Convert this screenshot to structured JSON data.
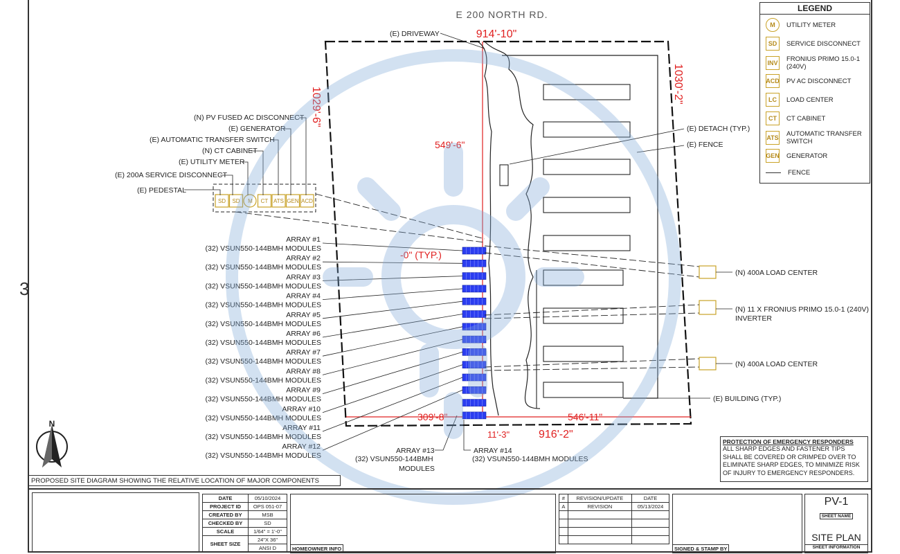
{
  "road": "E 200 NORTH RD.",
  "side_marker": "3",
  "north": "N",
  "dims": {
    "top": "914'-10\"",
    "left": "1029'-6\"",
    "right": "1030'-2\"",
    "inner_vertical": "549'-6\"",
    "typ": "-0\" (TYP.)",
    "bottom_left": "309'-8\"",
    "bottom_right": "546'-11\"",
    "bottom_small": "11'-3\"",
    "bottom_total": "916'-2\""
  },
  "equipment_labels": [
    "(N) PV FUSED AC DISCONNECT",
    "(E) GENERATOR",
    "(E) AUTOMATIC TRANSFER SWITCH",
    "(N) CT CABINET",
    "(E) UTILITY METER",
    "(E) 200A SERVICE DISCONNECT",
    "(E) PEDESTAL"
  ],
  "equipment_symbols": [
    "SD",
    "SD",
    "M",
    "CT",
    "ATS",
    "GEN",
    "ACD"
  ],
  "driveway": "(E) DRIVEWAY",
  "right_labels": {
    "detach": "(E) DETACH (TYP.)",
    "fence": "(E) FENCE",
    "load_center_1": "(N) 400A LOAD CENTER",
    "inverter_1": "(N) 11 X FRONIUS PRIMO 15.0-1 (240V)",
    "inverter_2": "INVERTER",
    "load_center_2": "(N) 400A LOAD CENTER",
    "building": "(E) BUILDING (TYP.)"
  },
  "arrays": [
    {
      "name": "ARRAY #1",
      "modules": "(32) VSUN550-144BMH MODULES"
    },
    {
      "name": "ARRAY #2",
      "modules": "(32) VSUN550-144BMH MODULES"
    },
    {
      "name": "ARRAY #3",
      "modules": "(32) VSUN550-144BMH MODULES"
    },
    {
      "name": "ARRAY #4",
      "modules": "(32) VSUN550-144BMH MODULES"
    },
    {
      "name": "ARRAY #5",
      "modules": "(32) VSUN550-144BMH MODULES"
    },
    {
      "name": "ARRAY #6",
      "modules": "(32) VSUN550-144BMH MODULES"
    },
    {
      "name": "ARRAY #7",
      "modules": "(32) VSUN550-144BMH MODULES"
    },
    {
      "name": "ARRAY #8",
      "modules": "(32) VSUN550-144BMH MODULES"
    },
    {
      "name": "ARRAY #9",
      "modules": "(32) VSUN550-144BMH MODULES"
    },
    {
      "name": "ARRAY #10",
      "modules": "(32) VSUN550-144BMH MODULES"
    },
    {
      "name": "ARRAY #11",
      "modules": "(32) VSUN550-144BMH MODULES"
    },
    {
      "name": "ARRAY #12",
      "modules": "(32) VSUN550-144BMH MODULES"
    }
  ],
  "array13": {
    "name": "ARRAY #13",
    "line1": "(32) VSUN550-144BMH",
    "line2": "MODULES"
  },
  "array14": {
    "name": "ARRAY #14",
    "line1": "(32) VSUN550-144BMH MODULES"
  },
  "legend": {
    "title": "LEGEND",
    "items": [
      {
        "sym": "M",
        "text": "UTILITY METER"
      },
      {
        "sym": "SD",
        "text": "SERVICE DISCONNECT"
      },
      {
        "sym": "INV",
        "text": "FRONIUS PRIMO 15.0-1 (240V)"
      },
      {
        "sym": "ACD",
        "text": "PV AC DISCONNECT"
      },
      {
        "sym": "LC",
        "text": "LOAD CENTER"
      },
      {
        "sym": "CT",
        "text": "CT CABINET"
      },
      {
        "sym": "ATS",
        "text": "AUTOMATIC TRANSFER SWITCH"
      },
      {
        "sym": "GEN",
        "text": "GENERATOR"
      }
    ],
    "fence_text": "FENCE"
  },
  "protection": {
    "title": "PROTECTION OF EMERGENCY RESPONDERS",
    "body": "ALL SHARP EDGES AND FASTENER TIPS SHALL BE COVERED OR CRIMPED OVER TO ELIMINATE SHARP EDGES, TO MINIMIZE RISK OF INJURY TO EMERGENCY RESPONDERS."
  },
  "caption": "PROPOSED SITE DIAGRAM SHOWING THE RELATIVE LOCATION OF MAJOR COMPONENTS",
  "title_block": {
    "rows": [
      {
        "k": "DATE",
        "v": "05/10/2024"
      },
      {
        "k": "PROJECT ID",
        "v": "OPS 051-07"
      },
      {
        "k": "CREATED BY",
        "v": "MSB"
      },
      {
        "k": "CHECKED BY",
        "v": "SD"
      },
      {
        "k": "SCALE",
        "v": "1/64\" = 1'-0\""
      }
    ],
    "sheet_size_label": "SHEET SIZE",
    "sheet_size_1": "24\"X 36\"",
    "sheet_size_2": "ANSI D",
    "homeowner": "HOMEOWNER INFO",
    "rev_hash": "#",
    "rev_header": "REVISION/UPDATE",
    "rev_date_header": "DATE",
    "rev_id": "A",
    "rev_text": "REVISION",
    "rev_date": "05/13/2024",
    "signed": "SIGNED & STAMP BY",
    "sheet_id": "PV-1",
    "sheet_name_label": "SHEET NAME",
    "sheet_title": "SITE PLAN",
    "sheet_info": "SHEET INFORMATION"
  }
}
